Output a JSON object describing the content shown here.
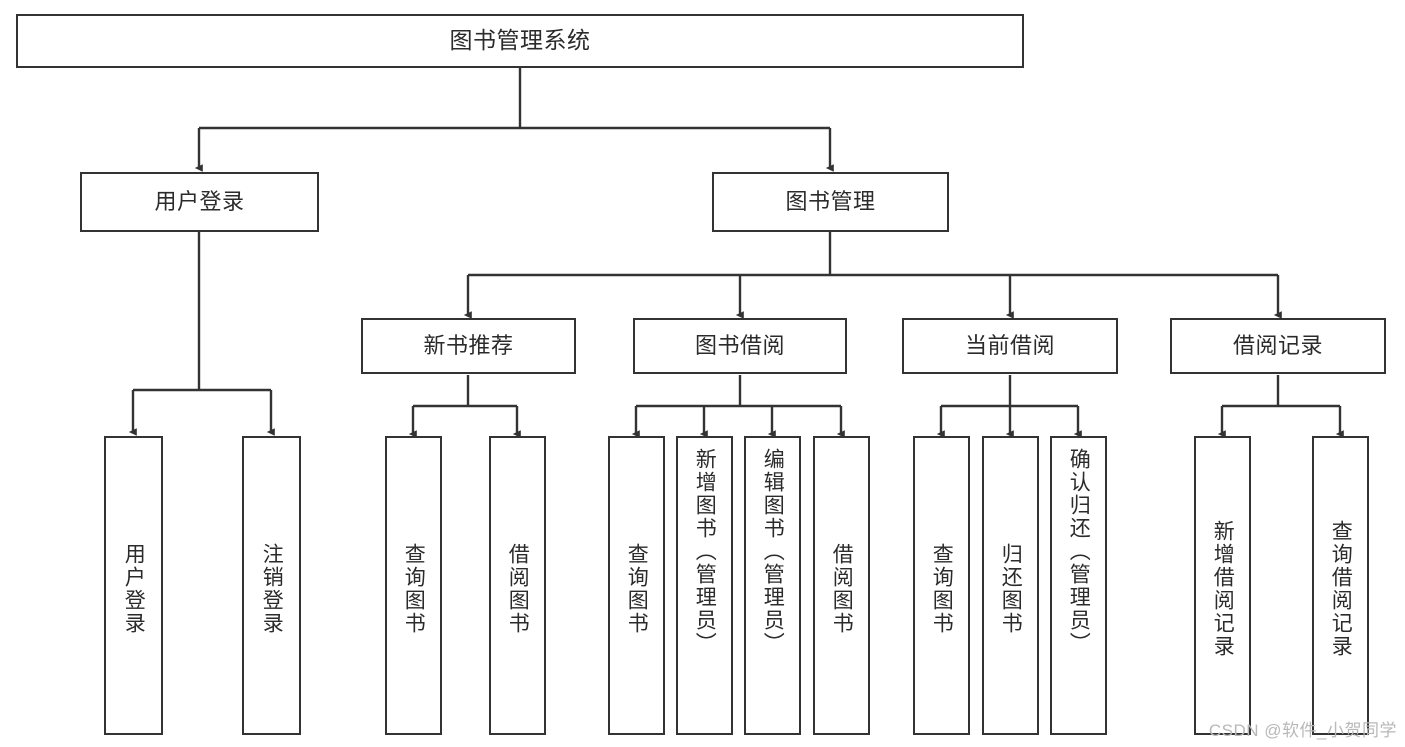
{
  "meta": {
    "diagram_title": "图书管理系统 功能结构图",
    "watermark": "CSDN @软件_小贺同学",
    "colors": {
      "stroke": "#333333",
      "text": "#2b2b2b",
      "background": "#ffffff",
      "watermark": "#b8b8b8"
    }
  },
  "tree": {
    "root": {
      "label": "图书管理系统"
    },
    "level1": [
      {
        "id": "user-login",
        "label": "用户登录"
      },
      {
        "id": "book-manage",
        "label": "图书管理"
      }
    ],
    "level2": [
      {
        "id": "new-book-recommend",
        "label": "新书推荐"
      },
      {
        "id": "book-borrow",
        "label": "图书借阅"
      },
      {
        "id": "current-borrow",
        "label": "当前借阅"
      },
      {
        "id": "borrow-record",
        "label": "借阅记录"
      }
    ],
    "leaves": {
      "user-login": [
        {
          "id": "leaf-user-login",
          "label": "用户登录"
        },
        {
          "id": "leaf-logout-login",
          "label": "注销登录"
        }
      ],
      "new-book-recommend": [
        {
          "id": "leaf-query-book-1",
          "label": "查询图书"
        },
        {
          "id": "leaf-borrow-book-1",
          "label": "借阅图书"
        }
      ],
      "book-borrow": [
        {
          "id": "leaf-query-book-2",
          "label": "查询图书"
        },
        {
          "id": "leaf-add-book",
          "label": "新增图书（管理员）"
        },
        {
          "id": "leaf-edit-book",
          "label": "编辑图书（管理员）"
        },
        {
          "id": "leaf-borrow-book-2",
          "label": "借阅图书"
        }
      ],
      "current-borrow": [
        {
          "id": "leaf-query-book-3",
          "label": "查询图书"
        },
        {
          "id": "leaf-return-book",
          "label": "归还图书"
        },
        {
          "id": "leaf-confirm-return",
          "label": "确认归还（管理员）"
        }
      ],
      "borrow-record": [
        {
          "id": "leaf-add-record",
          "label": "新增借阅记录"
        },
        {
          "id": "leaf-query-record",
          "label": "查询借阅记录"
        }
      ]
    }
  }
}
